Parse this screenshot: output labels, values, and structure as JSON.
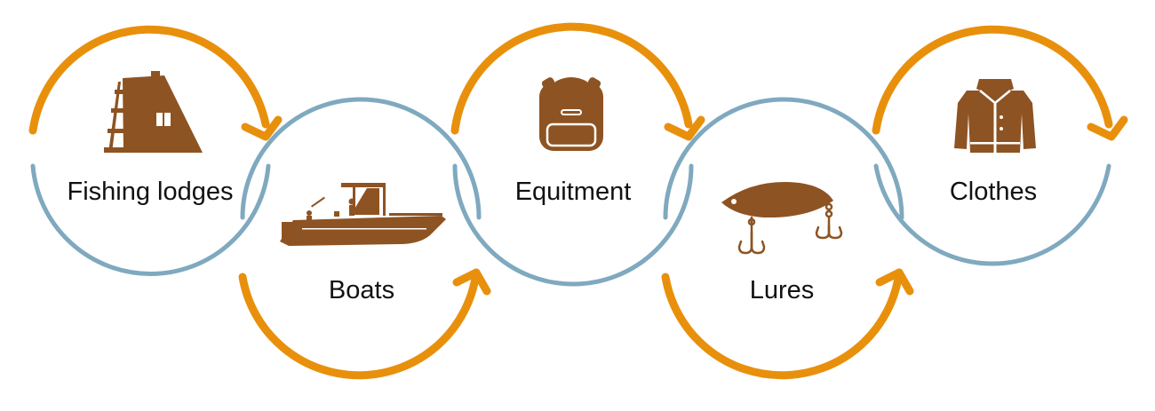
{
  "colors": {
    "arrow": "#E8900C",
    "circle": "#7FA9BF",
    "icon": "#8E5322",
    "text": "#111111"
  },
  "steps": [
    {
      "label": "Fishing lodges",
      "icon": "cabin-icon"
    },
    {
      "label": "Boats",
      "icon": "boat-icon"
    },
    {
      "label": "Equitment",
      "icon": "backpack-icon"
    },
    {
      "label": "Lures",
      "icon": "lure-icon"
    },
    {
      "label": "Clothes",
      "icon": "jacket-icon"
    }
  ]
}
